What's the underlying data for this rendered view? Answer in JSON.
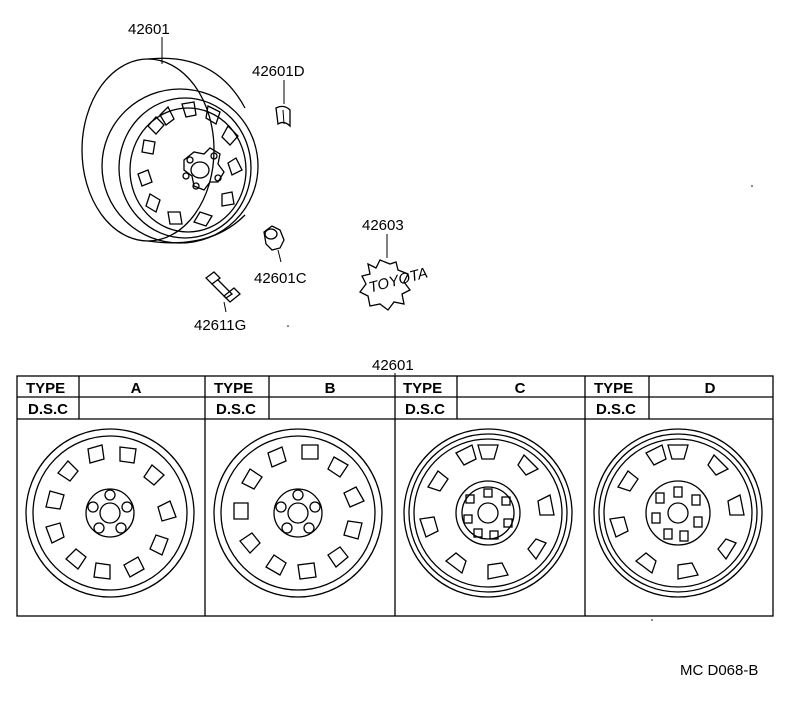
{
  "labels": {
    "wheel": "42601",
    "weight": "42601D",
    "nut": "42601C",
    "cap": "42603",
    "cap_logo": "TOYOTA",
    "valve": "42611G",
    "table_header": "42601",
    "code": "MC  D068-B"
  },
  "table": {
    "type_label": "TYPE",
    "dsc_label": "D.S.C",
    "columns": [
      {
        "type": "A",
        "dsc": ""
      },
      {
        "type": "B",
        "dsc": ""
      },
      {
        "type": "C",
        "dsc": ""
      },
      {
        "type": "D",
        "dsc": ""
      }
    ]
  }
}
